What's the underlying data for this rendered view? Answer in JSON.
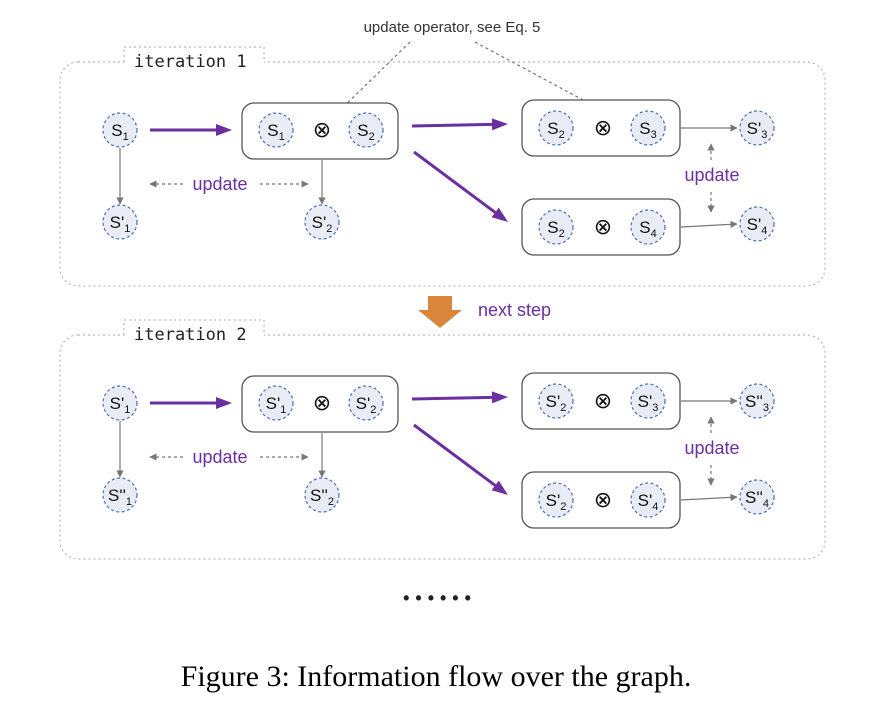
{
  "annotation": {
    "label": "update operator, see Eq. 5"
  },
  "next_step": {
    "label": "next step"
  },
  "ellipsis": "••••••",
  "caption": "Figure 3: Information flow over the graph.",
  "operator_symbol": "⊗",
  "colors": {
    "purple": "#6b2fa0",
    "orange": "#d9853b",
    "node_fill": "#e9ecf5",
    "node_border": "#4a6fb5"
  },
  "iterations": [
    {
      "title": "iteration 1",
      "update_label": "update",
      "update_label_right": "update",
      "src": {
        "base": "S",
        "prime": "",
        "sub": "1"
      },
      "src_updated": {
        "base": "S",
        "prime": "'",
        "sub": "1"
      },
      "pair": [
        {
          "base": "S",
          "prime": "",
          "sub": "1"
        },
        {
          "base": "S",
          "prime": "",
          "sub": "2"
        }
      ],
      "pair_updated": {
        "base": "S",
        "prime": "'",
        "sub": "2"
      },
      "top_pair": [
        {
          "base": "S",
          "prime": "",
          "sub": "2"
        },
        {
          "base": "S",
          "prime": "",
          "sub": "3"
        }
      ],
      "top_result": {
        "base": "S",
        "prime": "'",
        "sub": "3"
      },
      "bottom_pair": [
        {
          "base": "S",
          "prime": "",
          "sub": "2"
        },
        {
          "base": "S",
          "prime": "",
          "sub": "4"
        }
      ],
      "bottom_result": {
        "base": "S",
        "prime": "'",
        "sub": "4"
      }
    },
    {
      "title": "iteration 2",
      "update_label": "update",
      "update_label_right": "update",
      "src": {
        "base": "S",
        "prime": "'",
        "sub": "1"
      },
      "src_updated": {
        "base": "S",
        "prime": "''",
        "sub": "1"
      },
      "pair": [
        {
          "base": "S",
          "prime": "'",
          "sub": "1"
        },
        {
          "base": "S",
          "prime": "'",
          "sub": "2"
        }
      ],
      "pair_updated": {
        "base": "S",
        "prime": "''",
        "sub": "2"
      },
      "top_pair": [
        {
          "base": "S",
          "prime": "'",
          "sub": "2"
        },
        {
          "base": "S",
          "prime": "'",
          "sub": "3"
        }
      ],
      "top_result": {
        "base": "S",
        "prime": "''",
        "sub": "3"
      },
      "bottom_pair": [
        {
          "base": "S",
          "prime": "'",
          "sub": "2"
        },
        {
          "base": "S",
          "prime": "'",
          "sub": "4"
        }
      ],
      "bottom_result": {
        "base": "S",
        "prime": "''",
        "sub": "4"
      }
    }
  ]
}
